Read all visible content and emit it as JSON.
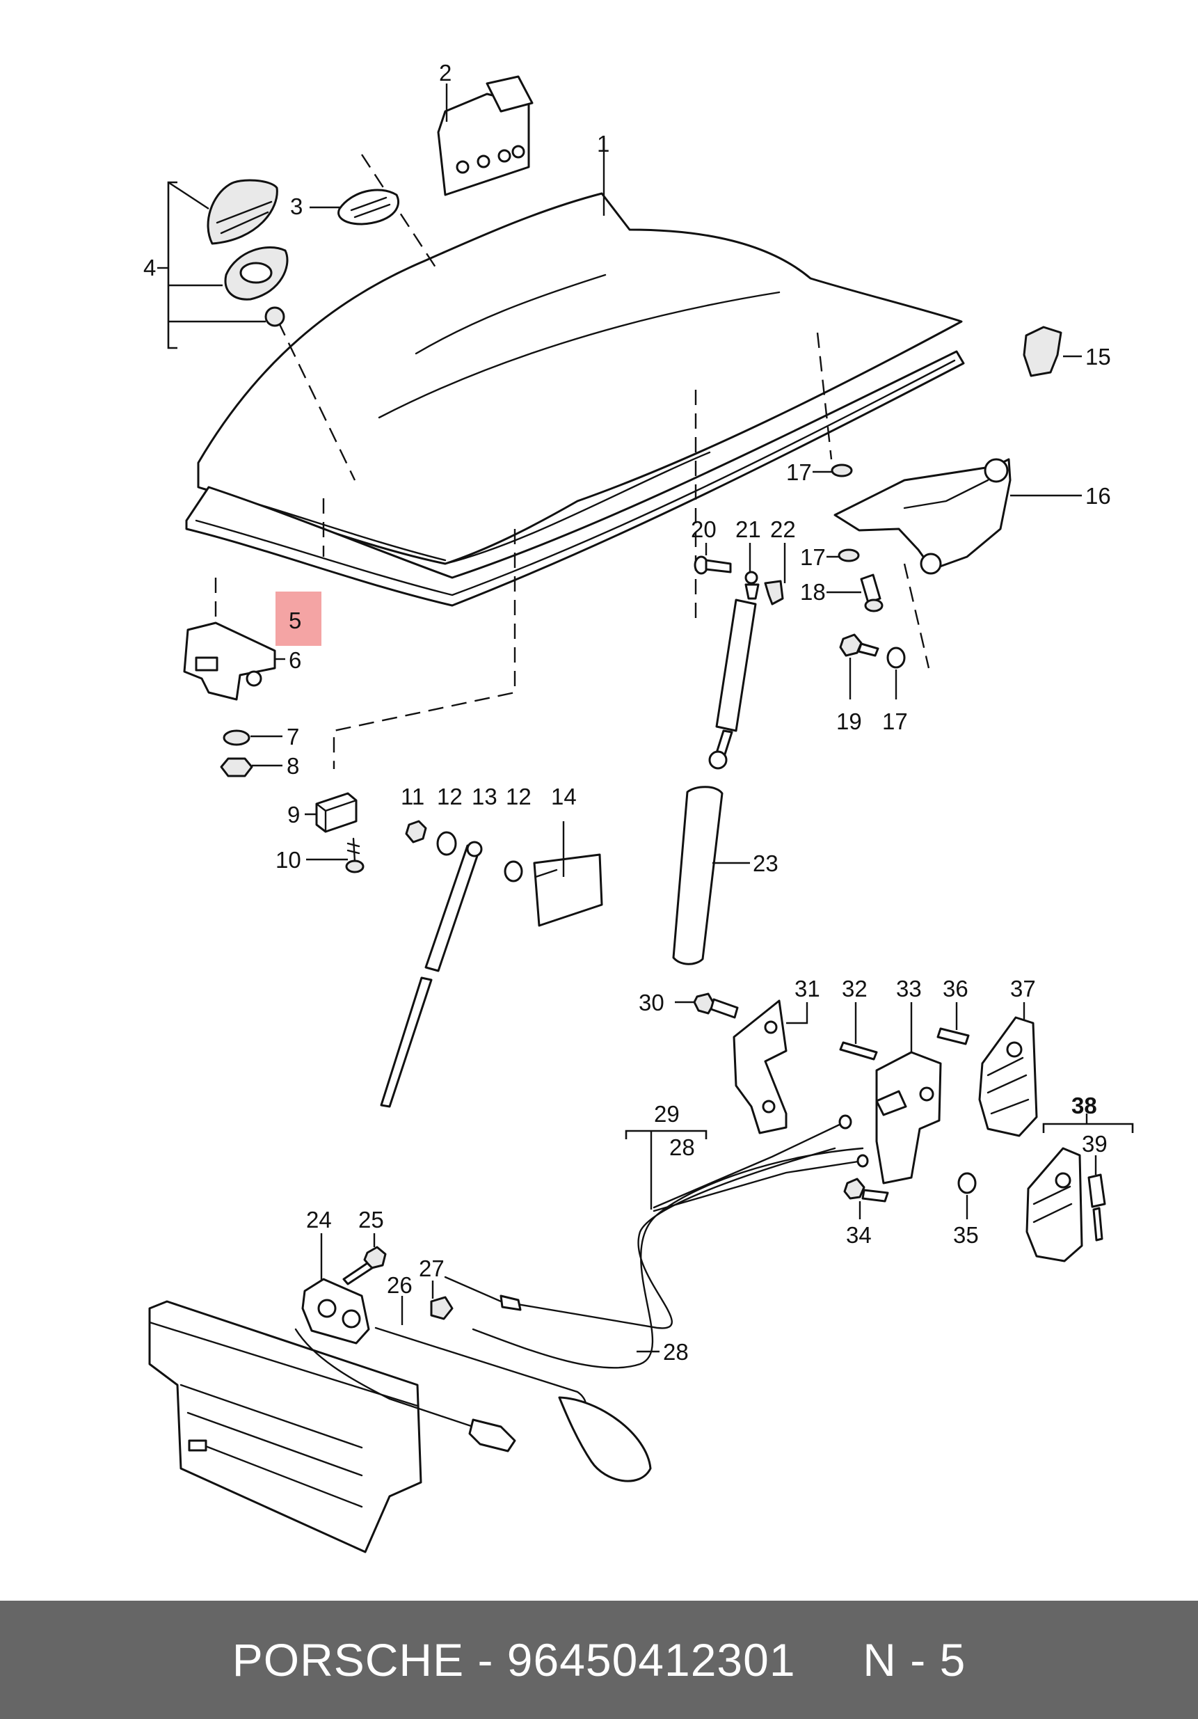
{
  "callouts": {
    "c1": "1",
    "c2": "2",
    "c3": "3",
    "c4": "4",
    "c5": "5",
    "c6": "6",
    "c7": "7",
    "c8": "8",
    "c9": "9",
    "c10": "10",
    "c11": "11",
    "c12a": "12",
    "c12b": "12",
    "c13": "13",
    "c14": "14",
    "c15": "15",
    "c16": "16",
    "c17a": "17",
    "c17b": "17",
    "c17c": "17",
    "c18": "18",
    "c19": "19",
    "c20": "20",
    "c21": "21",
    "c22": "22",
    "c23": "23",
    "c24": "24",
    "c25": "25",
    "c26": "26",
    "c27": "27",
    "c28a": "28",
    "c28b": "28",
    "c29": "29",
    "c30": "30",
    "c31": "31",
    "c32": "32",
    "c33": "33",
    "c34": "34",
    "c35": "35",
    "c36": "36",
    "c37": "37",
    "c38": "38",
    "c39": "39"
  },
  "highlight": {
    "part_number": "5",
    "color": "#f4a4a4"
  },
  "footer": {
    "brand": "PORSCHE",
    "separator": "-",
    "part_number": "96450412301",
    "position": "N - 5",
    "background": "#666666",
    "text_color": "#ffffff"
  }
}
